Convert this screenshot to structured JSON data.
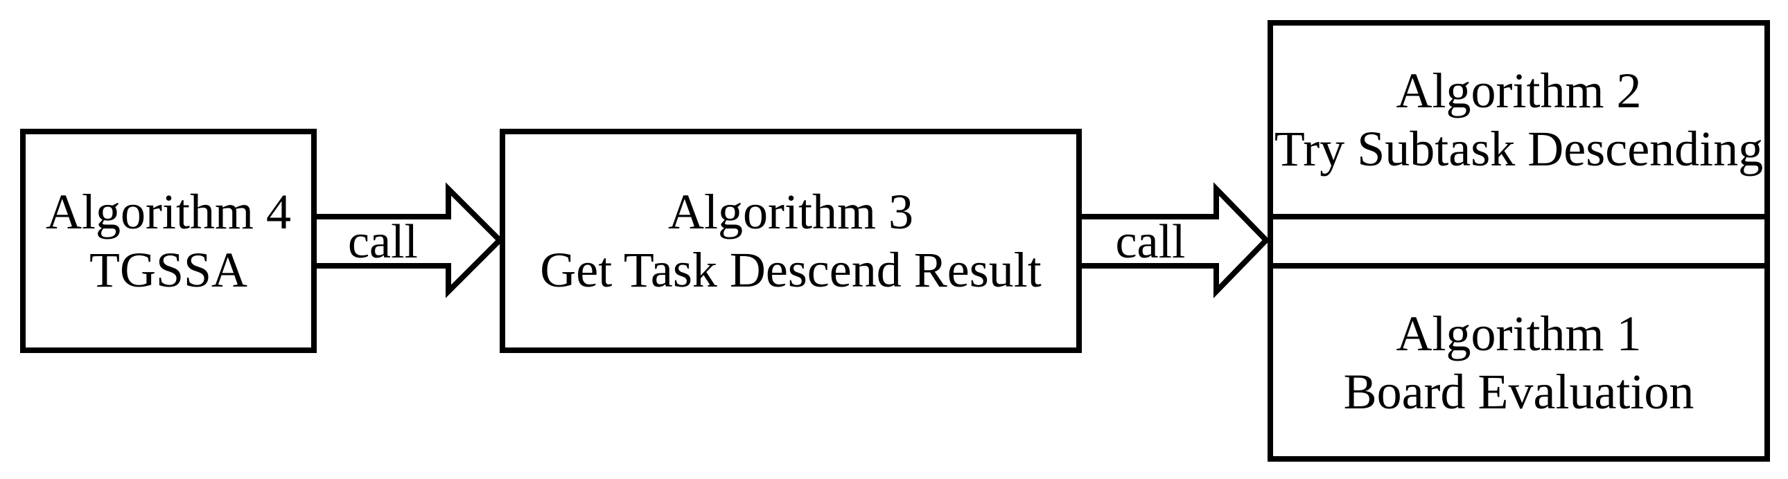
{
  "figure": {
    "background_color": "#ffffff",
    "stroke_color": "#000000",
    "boxes": {
      "tgssa": {
        "line1": "Algorithm 4",
        "line2": "TGSSA"
      },
      "get_task_descend": {
        "line1": "Algorithm 3",
        "line2": "Get Task Descend Result"
      },
      "try_subtask": {
        "line1": "Algorithm 2",
        "line2": "Try Subtask Descending"
      },
      "board_eval": {
        "line1": "Algorithm 1",
        "line2": "Board Evaluation"
      }
    },
    "arrows": {
      "first": {
        "label": "call"
      },
      "second": {
        "label": "call"
      }
    }
  }
}
